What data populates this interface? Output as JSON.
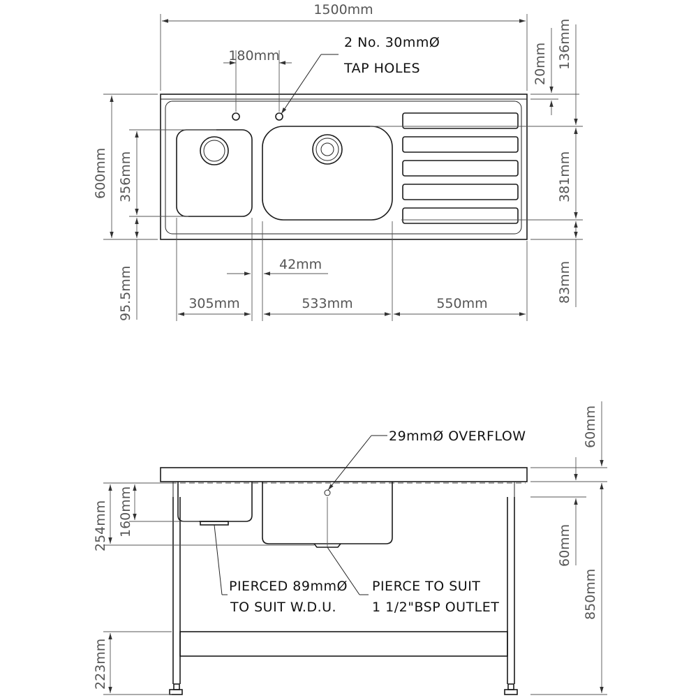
{
  "plan": {
    "overall_width": "1500mm",
    "tap_spacing": "180mm",
    "tap_note_line1": "2 No. 30mmØ",
    "tap_note_line2": "TAP HOLES",
    "upstand": "20mm",
    "top_to_bowl": "136mm",
    "depth": "600mm",
    "small_bowl_length": "356mm",
    "large_bowl_length": "381mm",
    "front_margin_left": "95.5mm",
    "front_margin_right": "83mm",
    "bowl_gap": "42mm",
    "small_bowl_width": "305mm",
    "large_bowl_width": "533mm",
    "drainer_width": "550mm"
  },
  "elevation": {
    "overflow_note": "29mmØ OVERFLOW",
    "top_thickness": "60mm",
    "small_bowl_depth": "160mm",
    "large_bowl_depth": "254mm",
    "below_bowl": "60mm",
    "total_height": "850mm",
    "rail_height": "223mm",
    "waste_note_line1": "PIERCED 89mmØ",
    "waste_note_line2": "TO SUIT W.D.U.",
    "outlet_note_line1": "PIERCE TO SUIT",
    "outlet_note_line2": "1 1/2\"BSP OUTLET"
  }
}
